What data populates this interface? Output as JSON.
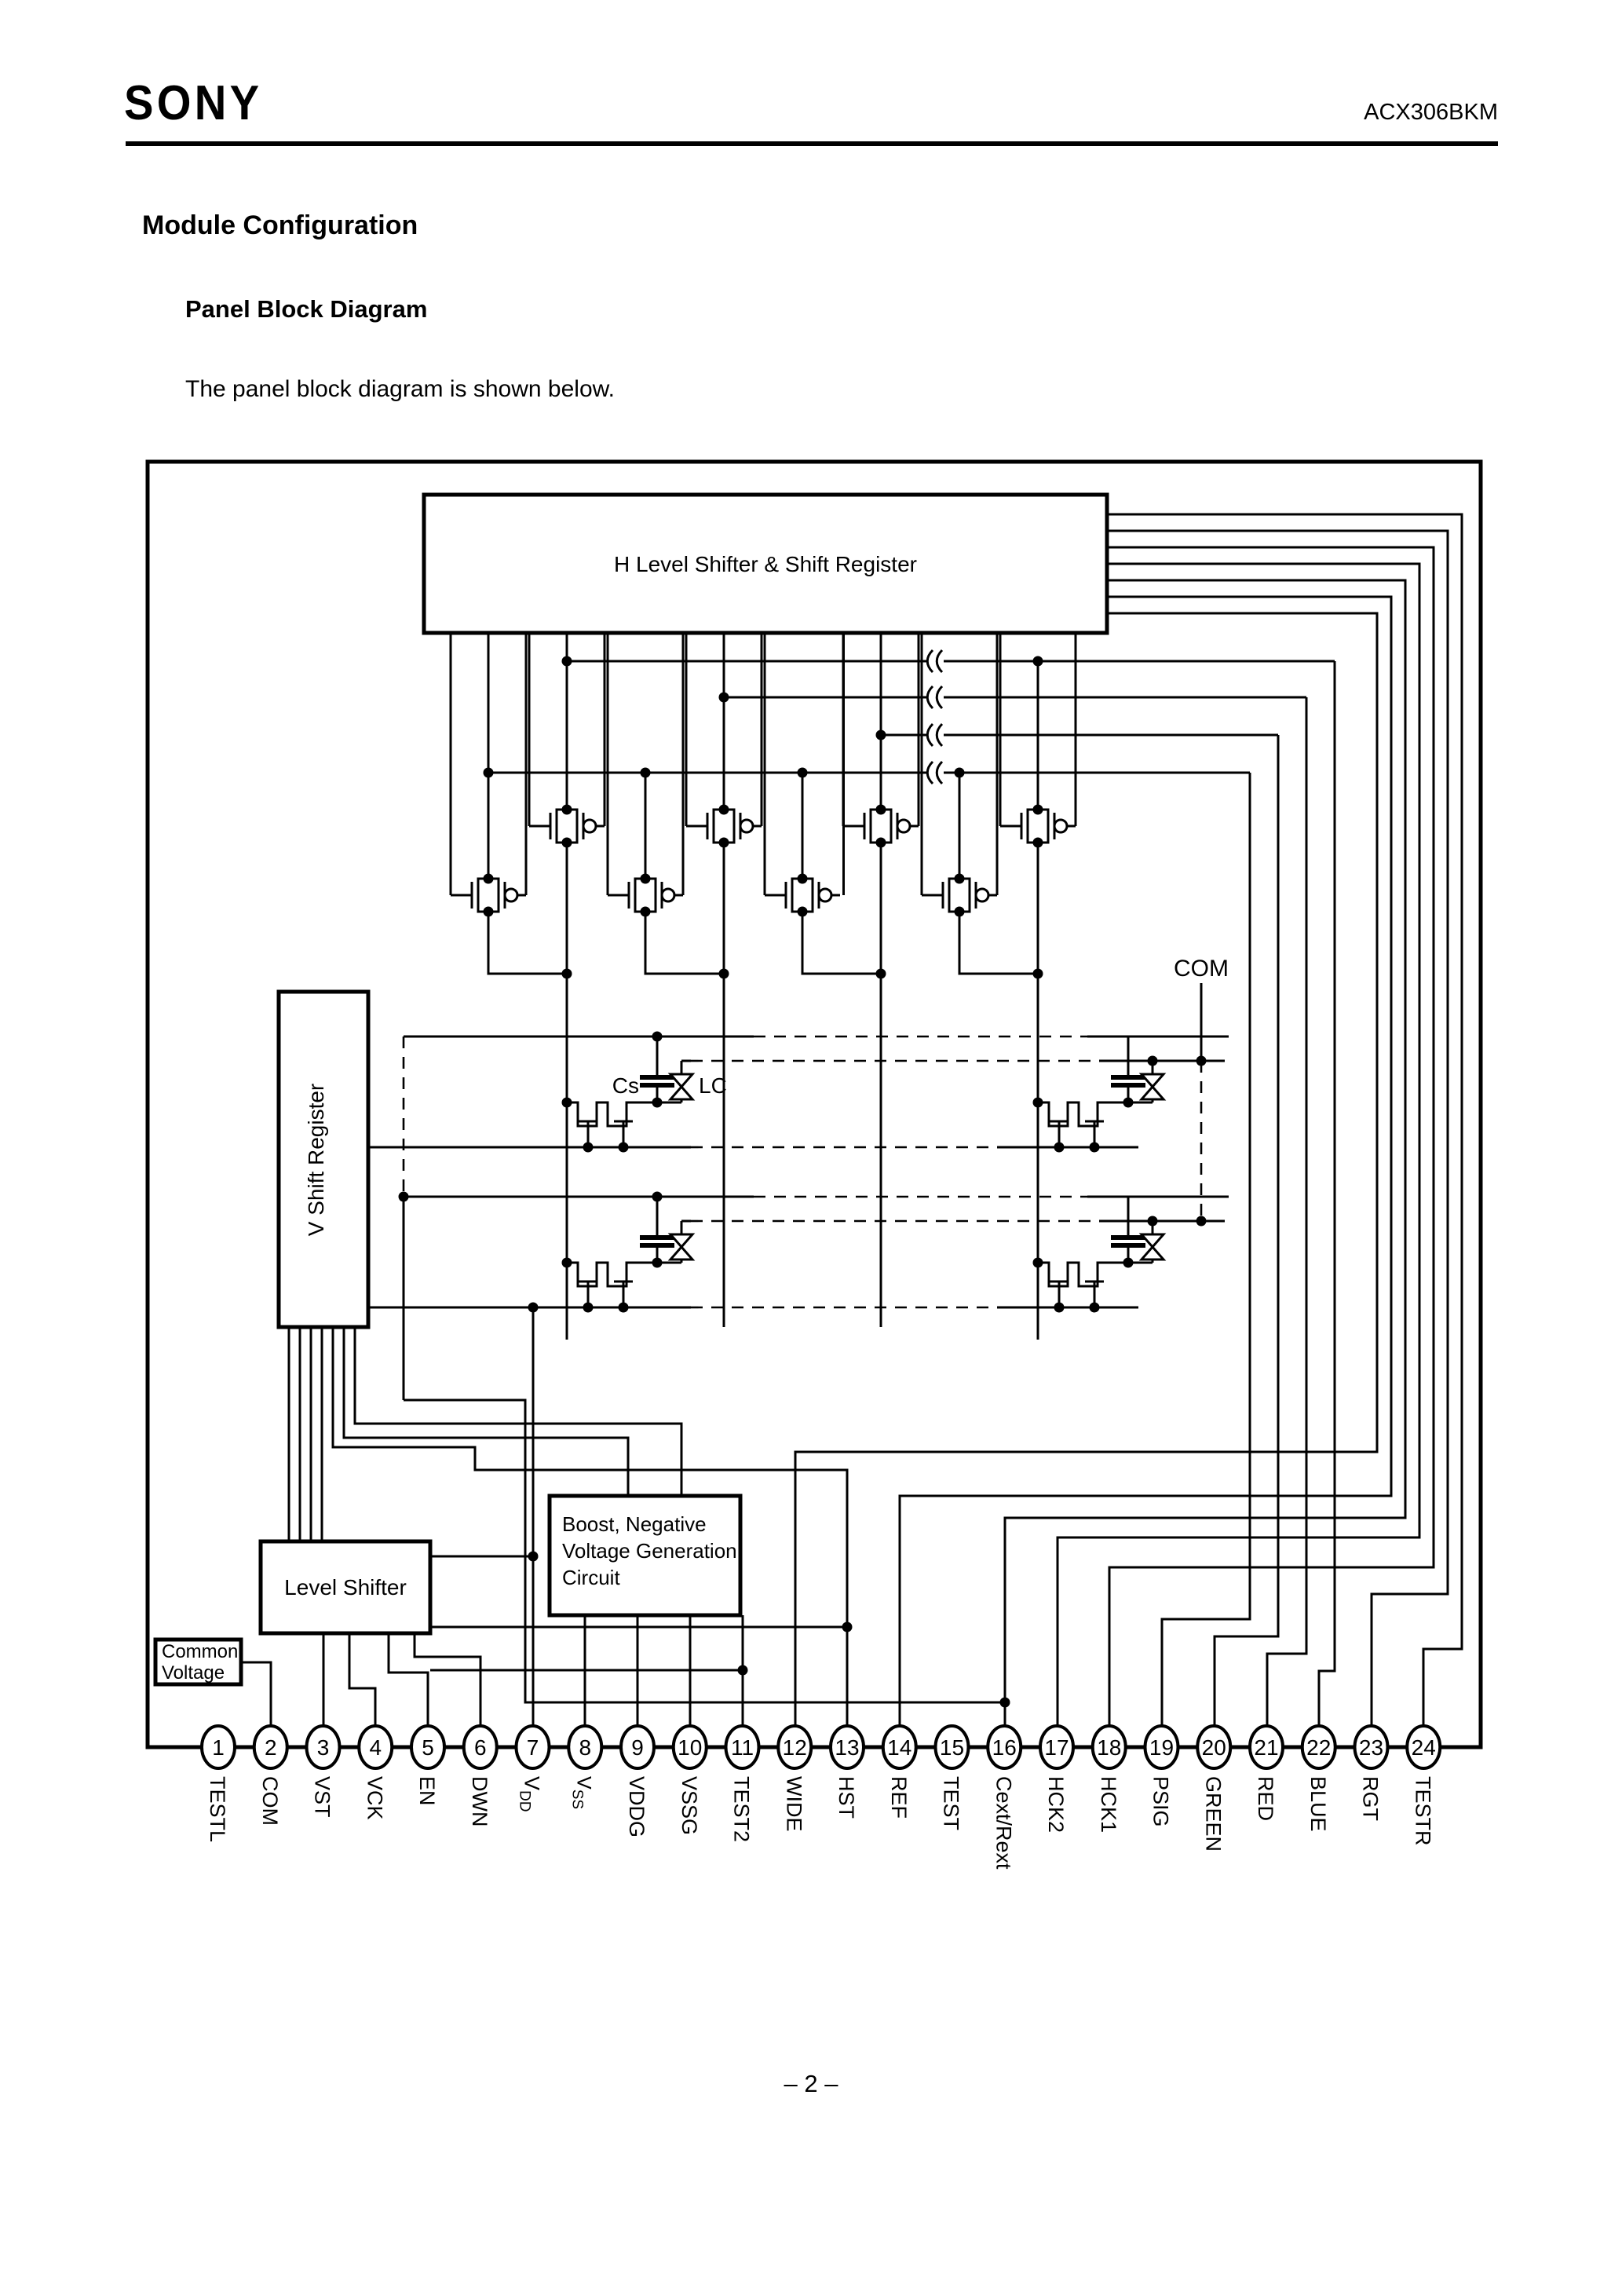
{
  "header": {
    "brand": "SONY",
    "part": "ACX306BKM"
  },
  "section_title": "Module Configuration",
  "subsection_title": "Panel Block Diagram",
  "intro_text": "The panel block diagram is shown below.",
  "diagram": {
    "h_shift_register": "H Level Shifter & Shift Register",
    "v_shift_register": "V Shift Register",
    "level_shifter": "Level Shifter",
    "boost_block": [
      "Boost, Negative",
      "Voltage Generation",
      "Circuit"
    ],
    "common_voltage": [
      "Common",
      "Voltage"
    ],
    "com_label": "COM",
    "cs_label": "Cs",
    "lc_label": "LC",
    "pins": [
      {
        "n": "1",
        "label": "TESTL"
      },
      {
        "n": "2",
        "label": "COM"
      },
      {
        "n": "3",
        "label": "VST"
      },
      {
        "n": "4",
        "label": "VCK"
      },
      {
        "n": "5",
        "label": "EN"
      },
      {
        "n": "6",
        "label": "DWN"
      },
      {
        "n": "7",
        "label": "VDD",
        "main": "V",
        "sub": "DD"
      },
      {
        "n": "8",
        "label": "Vss",
        "main": "V",
        "sub": "SS",
        "small": true
      },
      {
        "n": "9",
        "label": "VDDG"
      },
      {
        "n": "10",
        "label": "VSSG"
      },
      {
        "n": "11",
        "label": "TEST2"
      },
      {
        "n": "12",
        "label": "WIDE"
      },
      {
        "n": "13",
        "label": "HST"
      },
      {
        "n": "14",
        "label": "REF"
      },
      {
        "n": "15",
        "label": "TEST"
      },
      {
        "n": "16",
        "label": "Cext/Rext"
      },
      {
        "n": "17",
        "label": "HCK2"
      },
      {
        "n": "18",
        "label": "HCK1"
      },
      {
        "n": "19",
        "label": "PSIG"
      },
      {
        "n": "20",
        "label": "GREEN"
      },
      {
        "n": "21",
        "label": "RED"
      },
      {
        "n": "22",
        "label": "BLUE"
      },
      {
        "n": "23",
        "label": "RGT"
      },
      {
        "n": "24",
        "label": "TESTR"
      }
    ]
  },
  "footer_page": "– 2 –"
}
